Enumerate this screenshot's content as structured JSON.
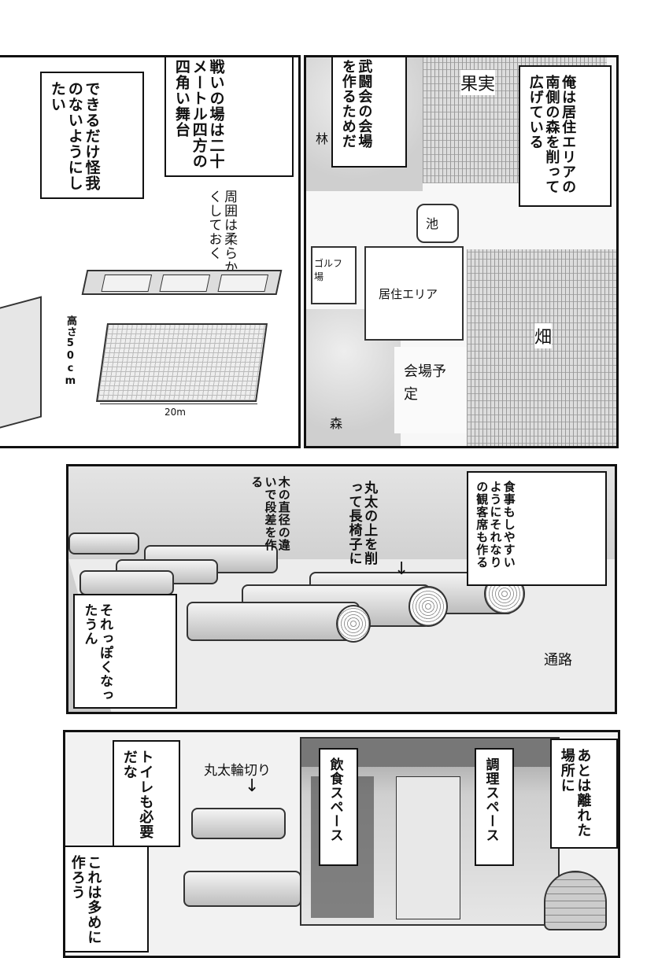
{
  "panel1": {
    "caption_1": "できるだけ怪我のないようにしたい",
    "caption_2": "戦いの場は二十メートル四方の四角い舞台",
    "note_periphery": "周囲は柔らかくしておく",
    "label_height": "高さ50cm",
    "label_width": "20m"
  },
  "panel2": {
    "caption_1": "武闘会の会場を作るためだ",
    "caption_2": "俺は居住エリアの南側の森を削って広げている",
    "map_labels": {
      "fruit": "果実",
      "forest_top": "林",
      "pond": "池",
      "golf": "ゴルフ場",
      "residential": "居住エリア",
      "field": "畑",
      "venue": "会場予定",
      "forest_bottom": "森"
    }
  },
  "panel3": {
    "caption_1": "食事もしやすいようにそれなりの観客席も作る",
    "caption_2": "それっぽくなったうん",
    "note_logs": "丸太の上を削って長椅子に",
    "note_steps": "木の直径の違いで段差を作る",
    "label_path": "通路"
  },
  "panel4": {
    "caption_1": "あとは離れた場所に",
    "caption_2": "調理スペース",
    "caption_3": "飲食スペース",
    "caption_4": "トイレも必要だな",
    "caption_5": "これは多めに作ろう",
    "note_log_slices": "丸太輪切り"
  }
}
